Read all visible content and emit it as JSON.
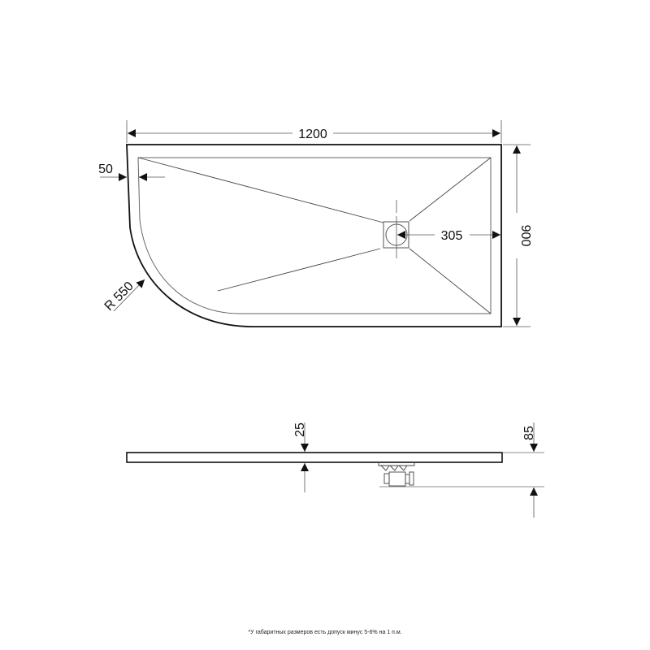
{
  "drawing": {
    "title": "Shower tray technical drawing (plan and side view)",
    "colors": {
      "outline": "#111111",
      "thin": "#555555",
      "background": "#ffffff"
    },
    "plan_view": {
      "dimensions": {
        "length": "1200",
        "width": "900",
        "rim": "50",
        "drain_offset": "305",
        "radius": "R 550"
      }
    },
    "side_view": {
      "dimensions": {
        "tray_thickness": "25",
        "total_height": "85"
      }
    },
    "footnote": "*У габаритных размеров есть допуск минус  5-6% на 1 п.м."
  }
}
